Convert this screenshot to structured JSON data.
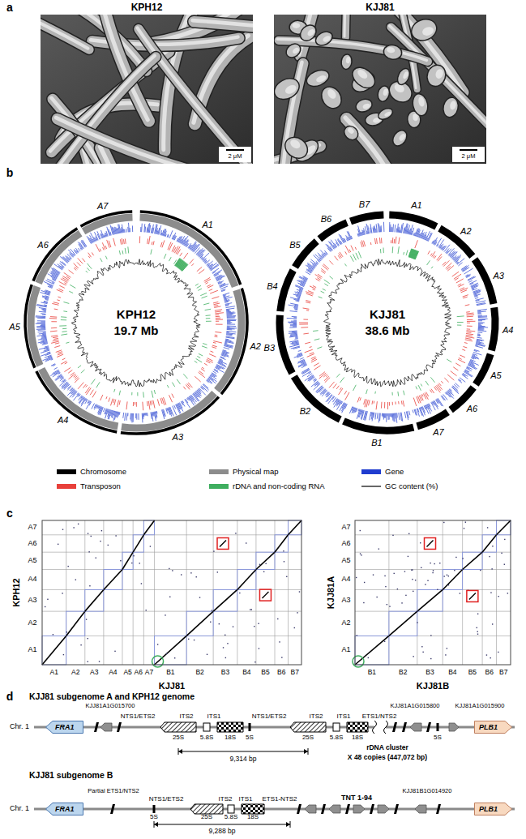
{
  "diagram": {
    "nodes": [
      {
        "text": [
          "FRA1"
        ]
      },
      {
        "text": [
          "PLB1"
        ]
      },
      {
        "text": [
          "FRA1"
        ]
      },
      {
        "text": [
          "PLB1"
        ]
      }
    ],
    "labels": [
      "a",
      "KPH12",
      "KJJ81",
      "2 μM",
      "2 μM",
      "b",
      "A1",
      "A2",
      "A3",
      "A4",
      "A5",
      "A6",
      "A7",
      "A1",
      "A2",
      "A3",
      "A4",
      "A5",
      "A6",
      "A7",
      "B1",
      "B2",
      "B3",
      "B4",
      "B5",
      "B6",
      "B7",
      "KPH12",
      "19.7 Mb",
      "KJJ81",
      "38.6 Mb",
      "c",
      "A1",
      "A2",
      "A3",
      "A4",
      "A5",
      "A6",
      "A7",
      "A1",
      "A2",
      "A3",
      "A4",
      "A5",
      "A6",
      "A7",
      "B1",
      "B2",
      "B3",
      "B4",
      "B5",
      "B6",
      "B7",
      "KPH12",
      "KJJ81",
      "A1",
      "A2",
      "A3",
      "A4",
      "A5",
      "A6",
      "A7",
      "B1",
      "B2",
      "B3",
      "B4",
      "B5",
      "B6",
      "B7",
      "KJJ81A",
      "KJJ81B",
      "d",
      "KJJ81 subgenome A and KPH12 genome",
      "Chr. 1",
      "KJJ81A1G015700",
      "NTS1/ETS2",
      "ITS2",
      "ITS1",
      "NTS1/ETS2",
      "ITS2",
      "ITS1",
      "ETS1/NTS2",
      "KJJ81A1G015800",
      "KJJ81A1G015900",
      "25S",
      "5.8S",
      "18S",
      "5S",
      "25S",
      "5.8S",
      "18S",
      "5S",
      "9,314 bp",
      "rDNA cluster",
      "X 48 copies (447,072 bp)",
      "KJJ81 subgenome B",
      "Chr. 1",
      "Partial ETS1/NTS2",
      "NTS1/ETS2",
      "ITS2",
      "ITS1",
      "ETS1-NTS2",
      "TNT 1-94",
      "KJJ81B1G014920",
      "5S",
      "25S",
      "5.8S",
      "18S",
      "9,288 bp"
    ],
    "legend": [
      {
        "text": "Chromosome",
        "color": "#000000"
      },
      {
        "text": "Physical map",
        "color": "#8c8c8c"
      },
      {
        "text": "Gene",
        "color": "#1f3ccf"
      },
      {
        "text": "Transposon",
        "color": "#e8403a"
      },
      {
        "text": "rDNA and non-coding RNA",
        "color": "#3fae5f"
      },
      {
        "text": "GC content (%)"
      }
    ]
  }
}
